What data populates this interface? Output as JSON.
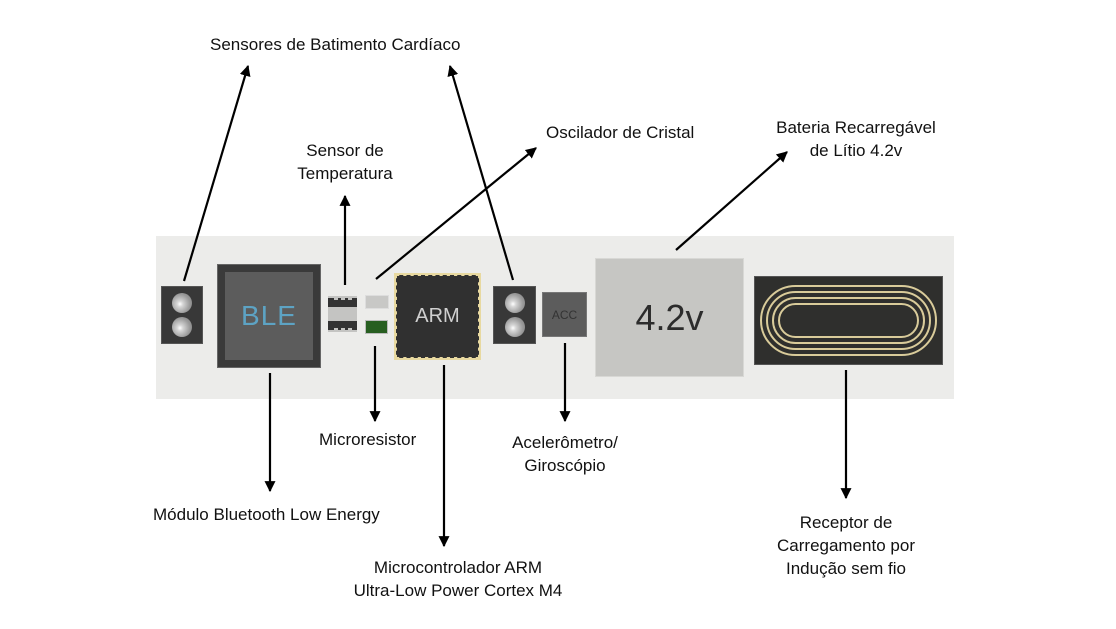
{
  "diagram": {
    "title": "Componentes do dispositivo vestível",
    "components": {
      "ble_chip": "BLE",
      "arm_chip": "ARM",
      "acc_chip": "ACC",
      "battery": "4.2v"
    },
    "labels": {
      "heart_sensors": "Sensores de Batimento Cardíaco",
      "temp_sensor_line1": "Sensor de",
      "temp_sensor_line2": "Temperatura",
      "crystal": "Oscilador de Cristal",
      "battery_line1": "Bateria Recarregável",
      "battery_line2": "de Lítio 4.2v",
      "ble_module": "Módulo Bluetooth Low Energy",
      "microresistor": "Microresistor",
      "mcu_line1": "Microcontrolador ARM",
      "mcu_line2": "Ultra-Low Power Cortex M4",
      "accel_line1": "Acelerômetro/",
      "accel_line2": "Giroscópio",
      "wireless_line1": "Receptor de",
      "wireless_line2": "Carregamento por",
      "wireless_line3": "Indução sem fio"
    },
    "colors": {
      "board": "#ececea",
      "chip_dark": "#303030",
      "ble_text": "#5da3c4",
      "pin_gold": "#e8d9a0",
      "coil_gold": "#d9cb9a",
      "resistor_green": "#275e20"
    }
  }
}
